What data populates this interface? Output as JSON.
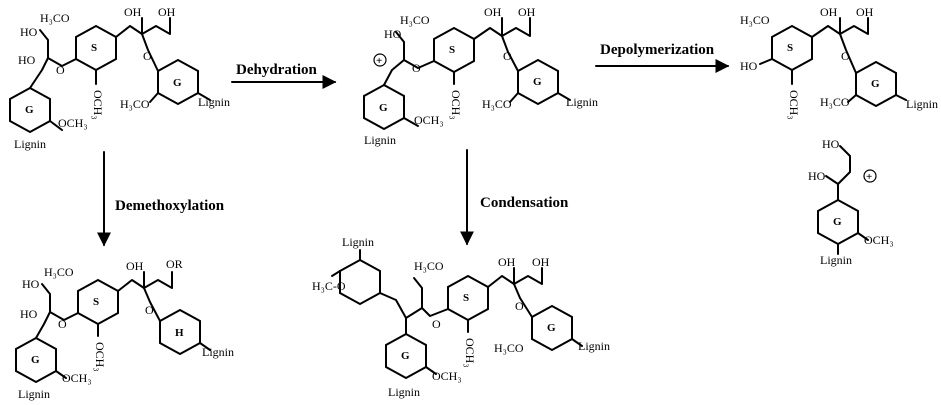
{
  "steps": {
    "dehydration": "Dehydration",
    "depolymerization": "Depolymerization",
    "demethoxylation": "Demethoxylation",
    "condensation": "Condensation"
  },
  "groups": {
    "oh": "OH",
    "ho": "HO",
    "or": "OR",
    "o": "O",
    "h3co": "H₃CO",
    "och3": "OCH₃",
    "meo_left": "H₃C‑O",
    "lignin": "Lignin",
    "cation": "+"
  },
  "rings": {
    "s": "S",
    "g": "G",
    "h": "H"
  }
}
